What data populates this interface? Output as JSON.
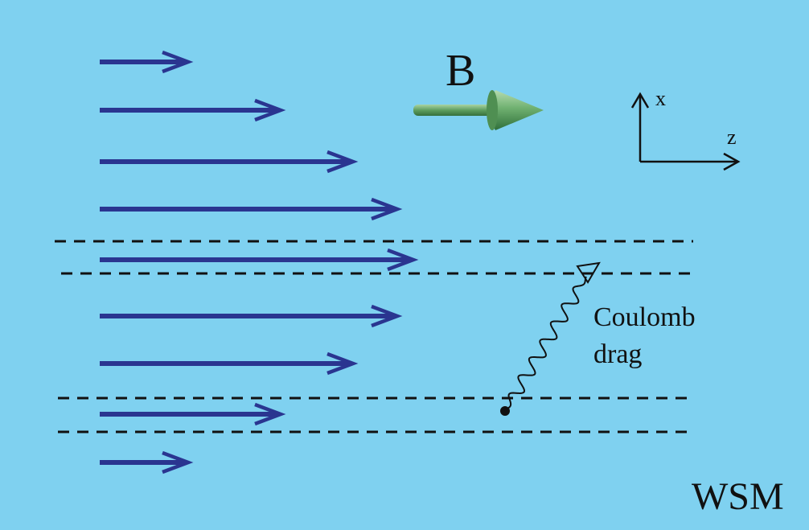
{
  "labels": {
    "field": "B",
    "axis_x": "x",
    "axis_z": "z",
    "drag_line1": "Coulomb",
    "drag_line2": "drag",
    "material": "WSM"
  },
  "colors": {
    "background": "#7fd1f0",
    "current_arrow": "#2a3590",
    "field_arrow": "#5a9e5e",
    "line": "#111111"
  },
  "current_profile": {
    "relative_magnitudes": [
      0.22,
      0.45,
      0.63,
      0.74,
      0.78,
      0.74,
      0.63,
      0.45,
      0.22
    ]
  }
}
